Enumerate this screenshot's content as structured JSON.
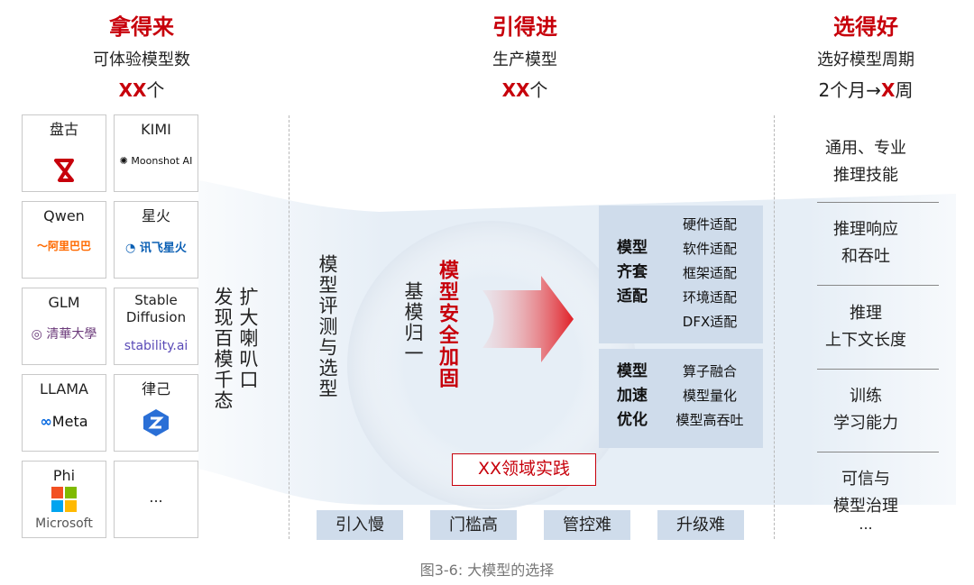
{
  "columns": [
    {
      "title": "拿得来",
      "subtitle": "可体验模型数",
      "count_xx": "XX",
      "count_suffix": "个"
    },
    {
      "title": "引得进",
      "subtitle": "生产模型",
      "count_xx": "XX",
      "count_suffix": "个"
    },
    {
      "title": "选得好",
      "subtitle": "选好模型周期",
      "count_prefix": "2个月→",
      "count_xx": "X",
      "count_suffix": "周"
    }
  ],
  "tiles": [
    {
      "name": "盘古",
      "logo": "",
      "logo_icon": "pangu-logo-icon"
    },
    {
      "name": "KIMI",
      "logo": "Moonshot AI",
      "logo_icon": "moonshot-logo-icon"
    },
    {
      "name": "Qwen",
      "logo": "阿里巴巴",
      "logo_icon": "alibaba-logo-icon"
    },
    {
      "name": "星火",
      "logo": "讯飞星火",
      "logo_icon": "spark-logo-icon"
    },
    {
      "name": "GLM",
      "logo": "清華大學",
      "logo_icon": "tsinghua-logo-icon"
    },
    {
      "name": "Stable Diffusion",
      "logo": "stability.ai",
      "logo_icon": "stability-logo-icon"
    },
    {
      "name": "LLAMA",
      "logo": "Meta",
      "logo_icon": "meta-logo-icon"
    },
    {
      "name": "律己",
      "logo": "",
      "logo_icon": "lvji-logo-icon"
    },
    {
      "name": "Phi",
      "logo": "Microsoft",
      "logo_icon": "microsoft-logo-icon"
    },
    {
      "name": "...",
      "logo": "",
      "logo_icon": ""
    }
  ],
  "left_vertical": [
    "扩大喇叭口",
    "发现百模千态"
  ],
  "middle": {
    "vert_eval": "模型评测与选型",
    "vert_base": "基模归一",
    "vert_secure": "模型安全加固",
    "box1_title": [
      "模型",
      "齐套",
      "适配"
    ],
    "box1_items": [
      "硬件适配",
      "软件适配",
      "框架适配",
      "环境适配",
      "DFX适配"
    ],
    "box2_title": [
      "模型",
      "加速",
      "优化"
    ],
    "box2_items": [
      "算子融合",
      "模型量化",
      "模型高吞吐"
    ],
    "practice_label": "XX领域实践",
    "bottom_tags": [
      "引入慢",
      "门槛高",
      "管控难",
      "升级难"
    ]
  },
  "right_items": [
    "通用、专业 推理技能",
    "推理响应 和吞吐",
    "推理 上下文长度",
    "训练 学习能力",
    "可信与 模型治理",
    "..."
  ],
  "caption": "图3-6: 大模型的选择",
  "colors": {
    "accent": "#c7000b",
    "box": "#cfdceb",
    "swoosh": "#e3ecf5"
  }
}
